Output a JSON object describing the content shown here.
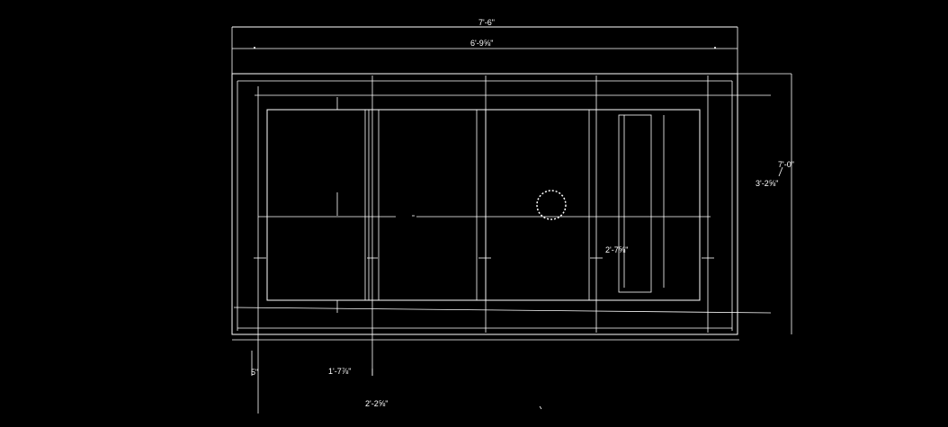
{
  "drawing": {
    "background_color": "#000000",
    "line_color": "#ffffff",
    "dimensions": {
      "overall_width": "7'-6\"",
      "inner_width": "6'-9⅝\"",
      "overall_height": "7'-0\"",
      "inner_height": "3'-2⅝\"",
      "right_panel_width": "2'-7⅝\"",
      "left_bottom_small": "5\"",
      "left_bay_width": "1'-7⅞\"",
      "bottom_total": "2'-2⅝\""
    },
    "symbols": {
      "circle_feature": "drain-circle"
    }
  }
}
